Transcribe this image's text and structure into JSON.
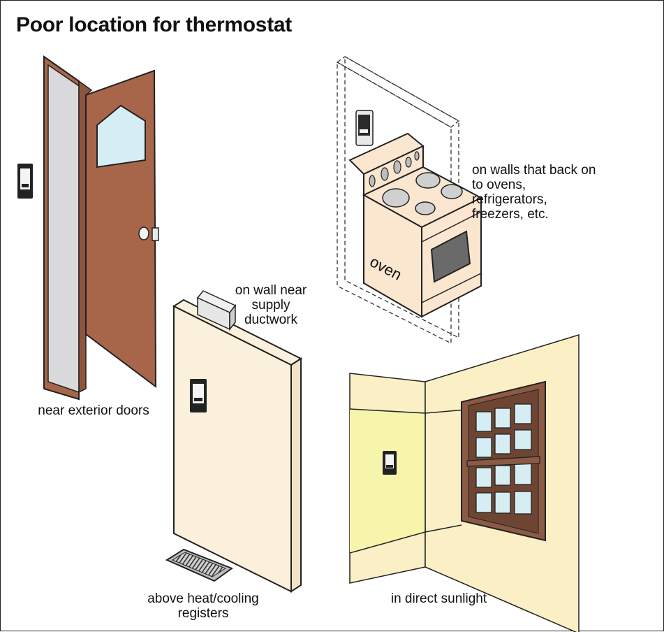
{
  "title": "Poor location for thermostat",
  "labels": {
    "doors": "near exterior doors",
    "oven_caption": "on walls that back on to ovens, refrigerators, freezers, etc.",
    "oven_word": "oven",
    "ductwork": "on wall near supply ductwork",
    "registers": "above heat/cooling registers",
    "sunlight": "in direct sunlight"
  },
  "colors": {
    "door_brown": "#a7664a",
    "door_frame_gray": "#d6d6d8",
    "window_glass": "#d6eef3",
    "oven_body": "#fbe6cf",
    "wall_cream": "#fbf0dc",
    "sunlight_yellow": "#f7f4ac",
    "room_wall": "#fbefc6",
    "window_frame": "#8b5a44"
  },
  "icons": [
    "thermostat-icon",
    "door-knob-icon",
    "register-grille-icon",
    "duct-box-icon",
    "burner-icon"
  ]
}
